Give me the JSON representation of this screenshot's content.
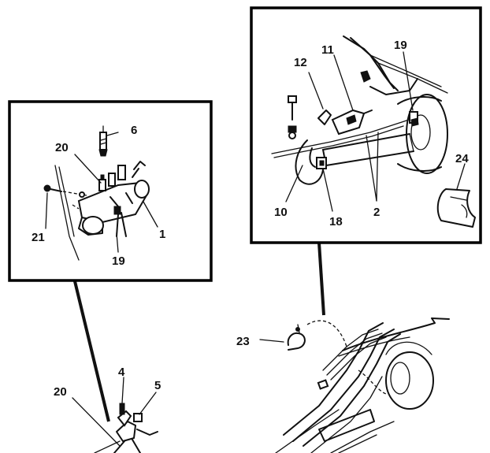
{
  "callouts": {
    "left_inset": {
      "c6": "6",
      "c20": "20",
      "c21": "21",
      "c19": "19",
      "c1": "1"
    },
    "right_inset": {
      "c12": "12",
      "c11": "11",
      "c19": "19",
      "c10": "10",
      "c18": "18",
      "c2": "2",
      "c24": "24"
    },
    "main_view": {
      "c23": "23",
      "c4": "4",
      "c5": "5",
      "c20": "20"
    }
  },
  "colors": {
    "ink": "#111111",
    "paper": "#ffffff"
  }
}
